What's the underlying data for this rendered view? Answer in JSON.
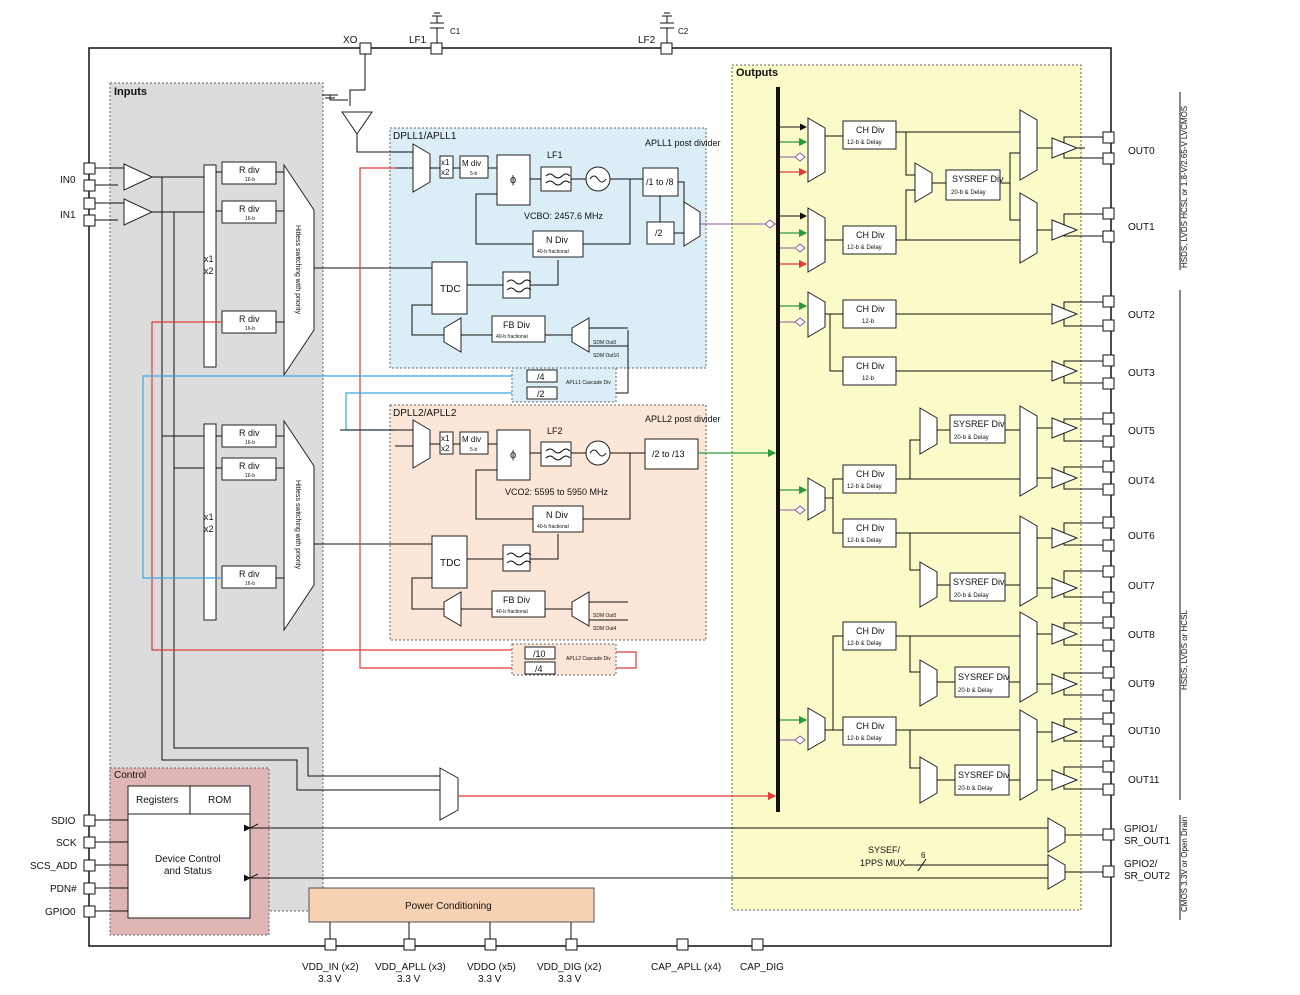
{
  "colors": {
    "inputs_bg": "#dcdcdc",
    "apll1_bg": "#dbeef7",
    "apll2_bg": "#fbe6d7",
    "outputs_bg": "#fbfbc9",
    "control_bg": "#e0b5b5",
    "power_bg": "#f7d2b3",
    "red_path": "#e23b3b",
    "blue_path": "#39a8e0",
    "green_path": "#2c9a3a",
    "purple_path": "#8a5aa6"
  },
  "top_pins": {
    "xo": "XO",
    "lf1": "LF1",
    "c1": "C1",
    "lf2": "LF2",
    "c2": "C2"
  },
  "sections": {
    "inputs": "Inputs",
    "outputs": "Outputs",
    "control": "Control",
    "dpll1": "DPLL1/APLL1",
    "dpll2": "DPLL2/APLL2"
  },
  "inputs": {
    "in0": "IN0",
    "in1": "IN1",
    "rdiv": "R div",
    "rdiv_sub": "16-b",
    "x1": "x1",
    "x2": "x2",
    "mux_label": "Hitless switching with priority"
  },
  "apll1": {
    "x1": "x1",
    "x2": "x2",
    "mdiv": "M div",
    "mdiv_sub": "5-b",
    "phi": "ϕ",
    "lf": "LF1",
    "post_div_title": "APLL1 post divider",
    "post_div": "/1 to /8",
    "div2": "/2",
    "vco": "VCBO: 2457.6 MHz",
    "ndiv": "N Div",
    "ndiv_sub": "40-b fractional",
    "tdc": "TDC",
    "fbdiv": "FB Div",
    "fbdiv_sub": "40-b fractional",
    "sdm_a": "SDM Out0",
    "sdm_b": "SDM Out10",
    "cascade_a": "/4",
    "cascade_b": "/2",
    "cascade_label": "APLL1 Cascade Div"
  },
  "apll2": {
    "x1": "x1",
    "x2": "x2",
    "mdiv": "M div",
    "mdiv_sub": "5-b",
    "phi": "ϕ",
    "lf": "LF2",
    "post_div_title": "APLL2 post divider",
    "post_div": "/2 to /13",
    "vco": "VCO2: 5595 to 5950 MHz",
    "ndiv": "N Div",
    "ndiv_sub": "40-b fractional",
    "tdc": "TDC",
    "fbdiv": "FB Div",
    "fbdiv_sub": "40-b fractional",
    "sdm_a": "SDM Out0",
    "sdm_b": "SDM Out4",
    "cascade_a": "/10",
    "cascade_b": "/4",
    "cascade_label": "APLL2 Cascade Div"
  },
  "outputs": {
    "ch_div": "CH Div",
    "ch_div_12_delay": "12-b & Delay",
    "ch_div_12": "12-b",
    "sysref": "SYSREF Div",
    "sysref_sub": "20-b & Delay",
    "out0": "OUT0",
    "out1": "OUT1",
    "out2": "OUT2",
    "out3": "OUT3",
    "out4": "OUT4",
    "out5": "OUT5",
    "out6": "OUT6",
    "out7": "OUT7",
    "out8": "OUT8",
    "out9": "OUT9",
    "out10": "OUT10",
    "out11": "OUT11",
    "gpio1_a": "GPIO1/",
    "gpio1_b": "SR_OUT1",
    "gpio2_a": "GPIO2/",
    "gpio2_b": "SR_OUT2",
    "mux_a": "SYSEF/",
    "mux_b": "1PPS MUX",
    "mux_bus": "6",
    "side_a": "HSDS, LVDS HCSL or 1.8-V/2.65-V LVCMOS",
    "side_b": "HSDS, LVDS or HCSL",
    "side_c": "CMOS 3.3V or Open Drain"
  },
  "control": {
    "registers": "Registers",
    "rom": "ROM",
    "device_a": "Device Control",
    "device_b": "and Status",
    "sdio": "SDIO",
    "sck": "SCK",
    "scs_add": "SCS_ADD",
    "pdn": "PDN#",
    "gpio0": "GPIO0"
  },
  "power": {
    "title": "Power Conditioning",
    "vdd_in": "VDD_IN (x2)",
    "vdd_apll": "VDD_APLL (x3)",
    "vddo": "VDDO (x5)",
    "vdd_dig": "VDD_DIG (x2)",
    "v33": "3.3 V",
    "cap_apll": "CAP_APLL (x4)",
    "cap_dig": "CAP_DIG"
  }
}
